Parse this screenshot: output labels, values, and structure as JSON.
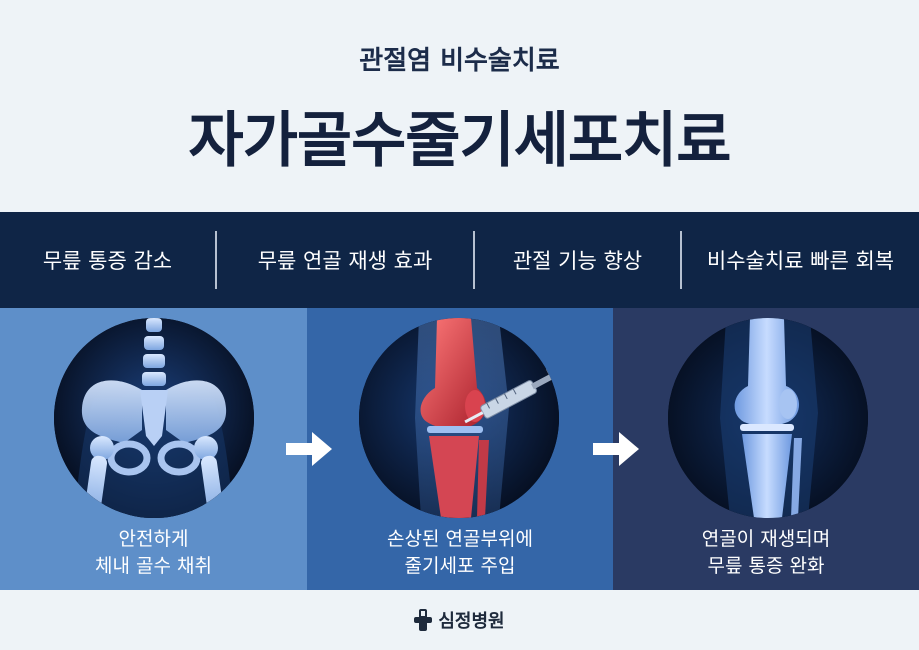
{
  "header": {
    "subtitle": "관절염 비수술치료",
    "title": "자가골수줄기세포치료"
  },
  "benefits": [
    "무릎 통증 감소",
    "무릎 연골 재생 효과",
    "관절 기능 향상",
    "비수술치료 빠른 회복"
  ],
  "steps": [
    {
      "line1": "안전하게",
      "line2": "체내 골수 채취",
      "image": "pelvis-xray-image"
    },
    {
      "line1": "손상된 연골부위에",
      "line2": "줄기세포 주입",
      "image": "knee-injection-image"
    },
    {
      "line1": "연골이 재생되며",
      "line2": "무릎 통증 완화",
      "image": "healthy-knee-image"
    }
  ],
  "footer": {
    "logo_text": "심정병원",
    "logo_icon": "hospital-logo-icon"
  },
  "colors": {
    "background": "#eef3f7",
    "benefit_bar": "#0f2546",
    "panel_1": "#5e8fc9",
    "panel_2": "#3466a8",
    "panel_3": "#2a3a63",
    "title": "#14213d"
  }
}
